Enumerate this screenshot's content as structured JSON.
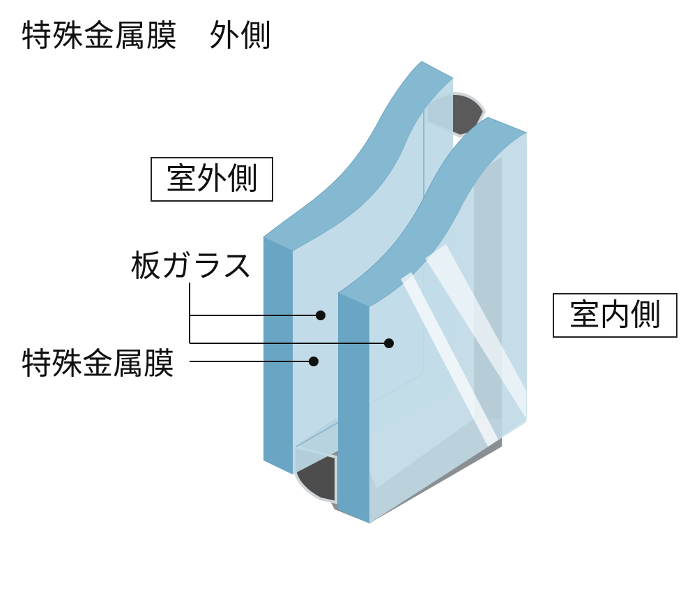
{
  "header": {
    "title": "特殊金属膜　外側"
  },
  "labels": {
    "outdoor": "室外側",
    "indoor": "室内側",
    "glass": "板ガラス",
    "film": "特殊金属膜"
  },
  "colors": {
    "glass_edge": "#6aa6c4",
    "glass_face": "#bcd9e6",
    "glass_top": "#85b8d1",
    "spacer": "#555555",
    "cavity": "#c9c9cb",
    "cavity_dark": "#6e7478"
  }
}
